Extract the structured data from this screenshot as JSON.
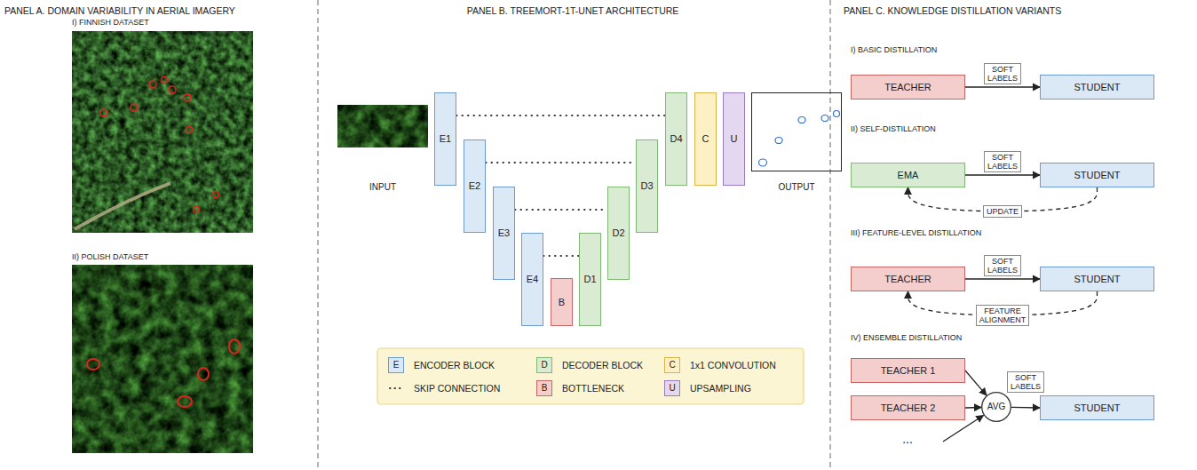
{
  "diagram": {
    "nodes": [
      {
        "text": [
          "INPUT"
        ]
      },
      {
        "text": [
          "E1"
        ]
      },
      {
        "text": [
          "E2"
        ]
      },
      {
        "text": [
          "E3"
        ]
      },
      {
        "text": [
          "E4"
        ]
      },
      {
        "text": [
          "B"
        ]
      },
      {
        "text": [
          "D1"
        ]
      },
      {
        "text": [
          "D2"
        ]
      },
      {
        "text": [
          "D3"
        ]
      },
      {
        "text": [
          "D4"
        ]
      },
      {
        "text": [
          "C"
        ]
      },
      {
        "text": [
          "U"
        ]
      },
      {
        "text": [
          "OUTPUT"
        ]
      },
      {
        "text": [
          "TEACHER"
        ]
      },
      {
        "text": [
          "STUDENT"
        ]
      },
      {
        "text": [
          "EMA"
        ]
      },
      {
        "text": [
          "STUDENT"
        ]
      },
      {
        "text": [
          "TEACHER"
        ]
      },
      {
        "text": [
          "STUDENT"
        ]
      },
      {
        "text": [
          "TEACHER 1"
        ]
      },
      {
        "text": [
          "TEACHER 2"
        ]
      },
      {
        "text": [
          "AVG"
        ]
      },
      {
        "text": [
          "STUDENT"
        ]
      }
    ],
    "edges": [
      {
        "from": 1,
        "to": 9,
        "arrow": "none"
      },
      {
        "from": 2,
        "to": 8,
        "arrow": "none"
      },
      {
        "from": 3,
        "to": 7,
        "arrow": "none"
      },
      {
        "from": 4,
        "to": 6,
        "arrow": "none"
      },
      {
        "from": 13,
        "to": 14,
        "label": "SOFT LABELS",
        "arrow": "to"
      },
      {
        "from": 15,
        "to": 16,
        "label": "SOFT LABELS",
        "arrow": "to"
      },
      {
        "from": 16,
        "to": 15,
        "label": "UPDATE",
        "arrow": "to"
      },
      {
        "from": 17,
        "to": 18,
        "label": "SOFT LABELS",
        "arrow": "to"
      },
      {
        "from": 18,
        "to": 17,
        "label": "FEATURE ALIGNMENT",
        "arrow": "to"
      },
      {
        "from": 19,
        "to": 21,
        "arrow": "to"
      },
      {
        "from": 20,
        "to": 21,
        "arrow": "to"
      },
      {
        "from": 21,
        "to": 22,
        "label": "SOFT LABELS",
        "arrow": "to"
      }
    ],
    "labels": [
      "PANEL A. DOMAIN VARIABILITY IN AERIAL IMAGERY",
      "I) FINNISH DATASET",
      "II) POLISH DATASET",
      "PANEL B. TREEMORT-1T-UNET ARCHITECTURE",
      "E",
      "D",
      "C",
      "B",
      "U",
      "PANEL C. KNOWLEDGE DISTILLATION VARIANTS",
      "I) BASIC DISTILLATION",
      "II) SELF-DISTILLATION",
      "III) FEATURE-LEVEL DISTILLATION",
      "IV) ENSEMBLE DISTILLATION",
      "..."
    ],
    "legend": [
      {
        "text": "ENCODER BLOCK",
        "color": "#dbe8f6"
      },
      {
        "text": "DECODER BLOCK",
        "color": "#d9ecd3"
      },
      {
        "text": "1x1 CONVOLUTION",
        "color": "#fdf0c4"
      },
      {
        "text": "SKIP CONNECTION"
      },
      {
        "text": "BOTTLENECK",
        "color": "#f4cdcd"
      },
      {
        "text": "UPSAMPLING",
        "color": "#e3d8ef"
      }
    ]
  }
}
